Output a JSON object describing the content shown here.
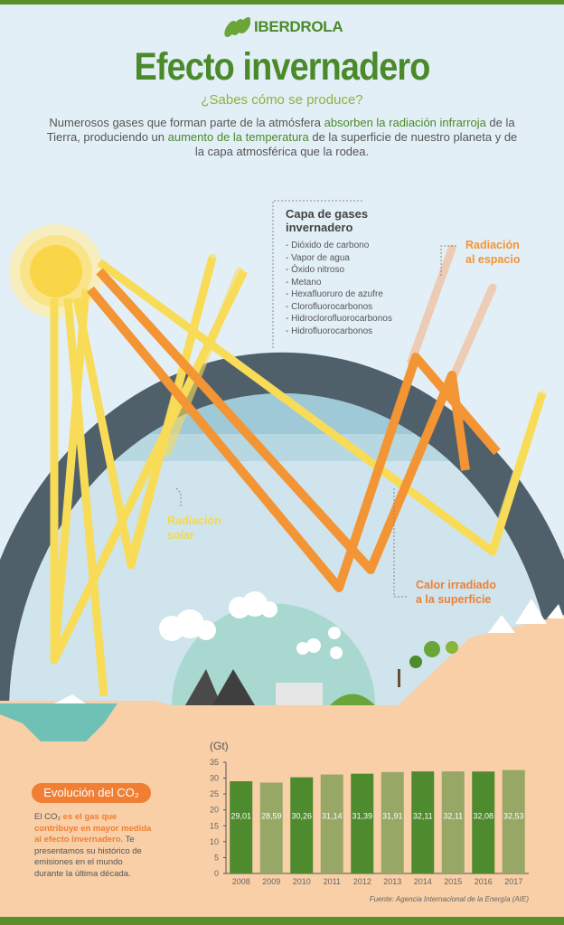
{
  "brand": "IBERDROLA",
  "title": "Efecto invernadero",
  "subtitle": "¿Sabes cómo se produce?",
  "intro": {
    "p1": "Numerosos gases que forman parte de la atmósfera ",
    "h1": "absorben la radiación infrarroja",
    "p2": " de la Tierra, produciendo un ",
    "h2": "aumento de la temperatura",
    "p3": " de la superficie de nuestro planeta y de la capa atmosférica que la rodea."
  },
  "gases": {
    "title": "Capa de gases invernadero",
    "items": [
      "- Dióxido de carbono",
      "- Vapor de agua",
      "- Óxido nitroso",
      "- Metano",
      "- Hexafluoruro de azufre",
      "- Clorofluorocarbonos",
      "- Hidroclorofluorocarbonos",
      "- Hidrofluorocarbonos"
    ]
  },
  "labels": {
    "space1": "Radiación",
    "space2": "al espacio",
    "solar1": "Radiación",
    "solar2": "solar",
    "heat1": "Calor irradiado",
    "heat2": "a la superficie"
  },
  "co2": {
    "badge": "Evolución del CO₂",
    "t1": "El CO₂ ",
    "t2": "es el gas que contribuye en mayor medida al efecto invernadero.",
    "t3": " Te presentamos su histórico de emisiones en el mundo durante la última década."
  },
  "colors": {
    "green": "#4a8a2a",
    "orange": "#f07e33",
    "yellow": "#f6dc5a",
    "dark_bar": "#4e8a2e",
    "light_bar": "#97a765"
  },
  "chart_data": {
    "type": "bar",
    "title": "Evolución del CO₂",
    "ylabel": "(Gt)",
    "xlabel": "",
    "ylim": [
      0,
      35
    ],
    "yticks": [
      0,
      5,
      10,
      15,
      20,
      25,
      30,
      35
    ],
    "categories": [
      "2008",
      "2009",
      "2010",
      "2011",
      "2012",
      "2013",
      "2014",
      "2015",
      "2016",
      "2017"
    ],
    "values": [
      29.01,
      28.59,
      30.26,
      31.14,
      31.39,
      31.91,
      32.11,
      32.11,
      32.08,
      32.53
    ],
    "value_labels": [
      "29,01",
      "28,59",
      "30,26",
      "31,14",
      "31,39",
      "31,91",
      "32,11",
      "32,11",
      "32,08",
      "32,53"
    ],
    "source": "Fuente: Agencia Internacional de la Energía (AIE)"
  }
}
